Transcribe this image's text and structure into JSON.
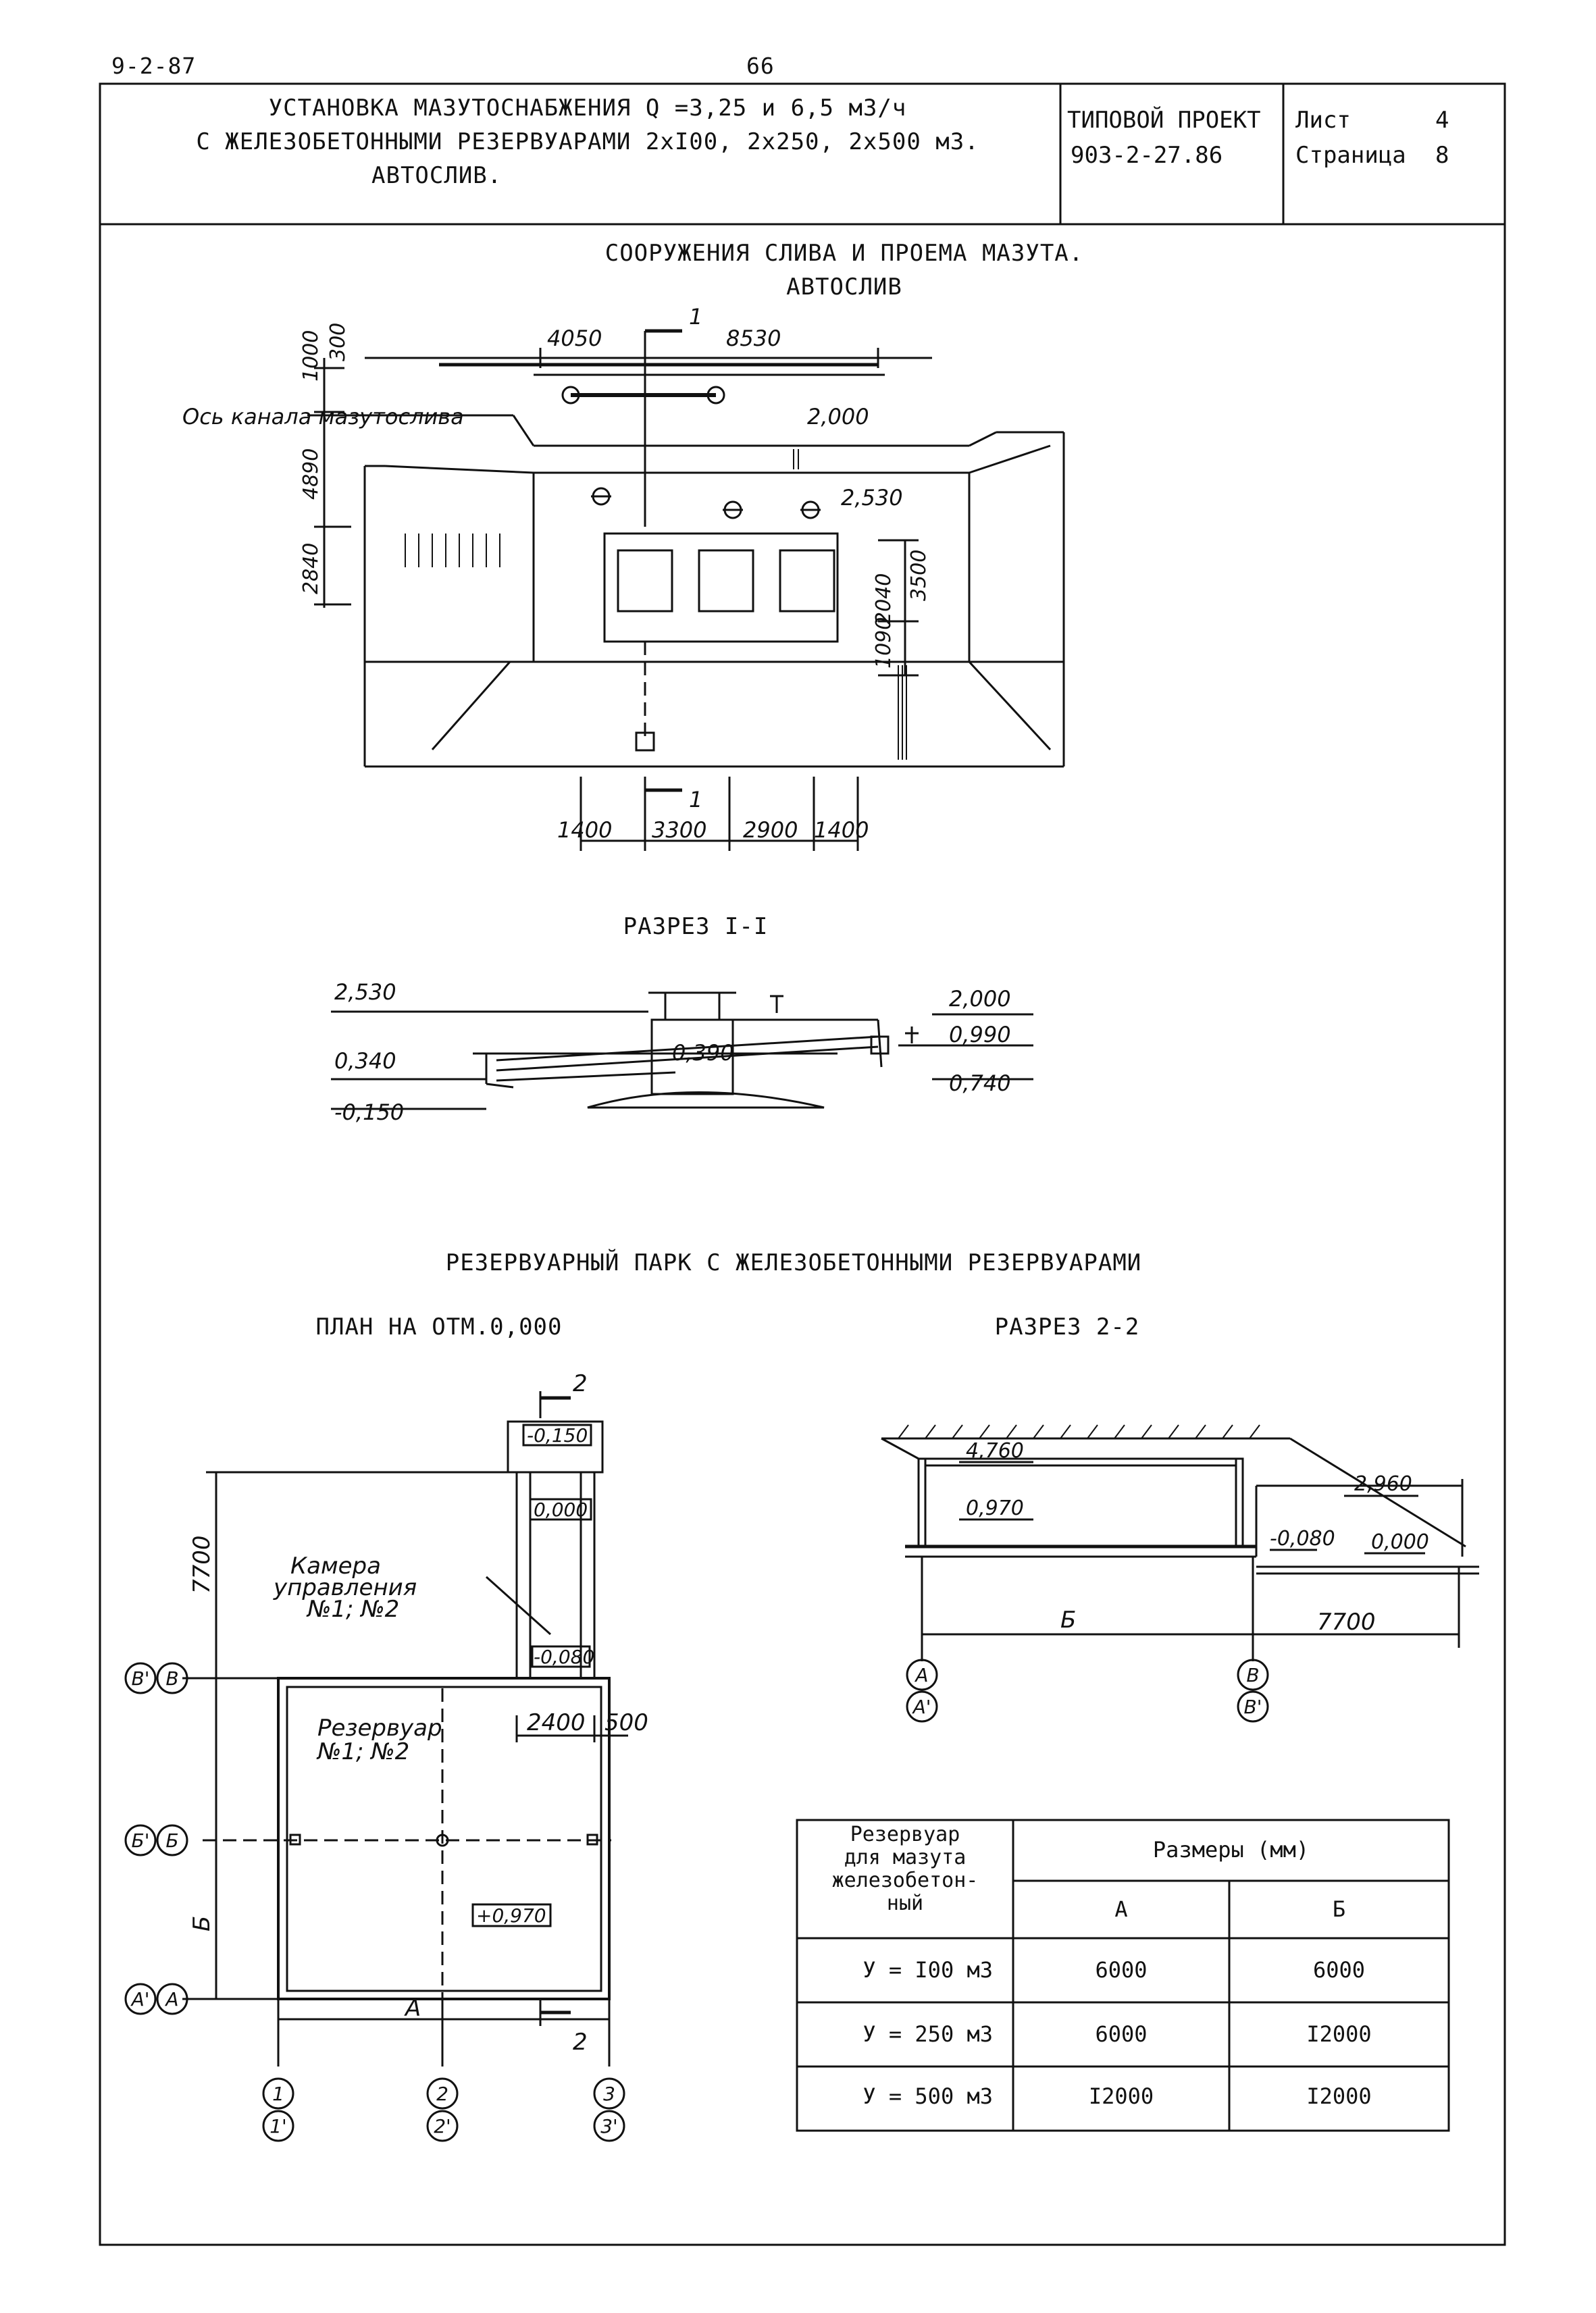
{
  "header": {
    "doc_code": "9-2-87",
    "page_number": "66"
  },
  "title_block": {
    "title_lines": [
      "УСТАНОВКА МАЗУТОСНАБЖЕНИЯ Q =3,25 и 6,5 м3/ч",
      "С ЖЕЛЕЗОБЕТОННЫМИ РЕЗЕРВУАРАМИ 2хI00, 2х250, 2х500 м3.",
      "АВТОСЛИВ."
    ],
    "project_label": "ТИПОВОЙ ПРОЕКТ",
    "project_number": "903-2-27.86",
    "sheet_label": "Лист",
    "sheet_value": "4",
    "page_label": "Страница",
    "page_value": "8"
  },
  "section1": {
    "title_lines": [
      "СООРУЖЕНИЯ СЛИВА И ПРОЕМА МАЗУТА.",
      "АВТОСЛИВ"
    ],
    "dims_top": [
      "4050",
      "8530"
    ],
    "dims_left": [
      "1000",
      "300",
      "4890",
      "2840"
    ],
    "axis_label": "Ось канала мазутослива",
    "marks": [
      "2,000",
      "2,530"
    ],
    "dims_right": [
      "2040",
      "3500",
      "1090"
    ],
    "dims_bottom": [
      "1400",
      "3300",
      "2900",
      "1400"
    ],
    "section_mark": "1"
  },
  "section2": {
    "title": "РАЗРЕЗ I-I",
    "marks_left": [
      "2,530",
      "0,340",
      "-0,150"
    ],
    "marks_right": [
      "2,000",
      "0,990",
      "0,740"
    ],
    "mark_center": "0,390"
  },
  "section3": {
    "title": "РЕЗЕРВУАРНЫЙ ПАРК С ЖЕЛЕЗОБЕТОННЫМИ РЕЗЕРВУАРАМИ",
    "plan_title": "ПЛАН НА ОТМ.0,000",
    "cut_title": "РАЗРЕЗ 2-2",
    "plan": {
      "section_mark": "2",
      "marks": [
        "-0,150",
        "0,000",
        "-0,080",
        "+0,970"
      ],
      "dim_left": "7700",
      "chamber_label": [
        "Камера",
        "управления",
        "№1; №2"
      ],
      "reservoir_label": [
        "Резервуар",
        "№1; №2"
      ],
      "dims_small": [
        "2400",
        "500"
      ],
      "dim_b": "Б",
      "dim_a": "А",
      "axes_left": [
        [
          "В'",
          "В"
        ],
        [
          "Б'",
          "Б"
        ],
        [
          "А'",
          "А"
        ]
      ],
      "axes_bottom": [
        [
          "1",
          "1'"
        ],
        [
          "2",
          "2'"
        ],
        [
          "3",
          "3'"
        ]
      ]
    },
    "cut": {
      "marks": [
        "4,760",
        "0,970",
        "2,960",
        "-0,080",
        "0,000"
      ],
      "dim_b": "Б",
      "dim_7700": "7700",
      "axes": [
        [
          "А",
          "А'"
        ],
        [
          "В",
          "В'"
        ]
      ]
    }
  },
  "table": {
    "head_col1": [
      "Резервуар",
      "для мазута",
      "железобетон-",
      "ный"
    ],
    "head_sizes": "Размеры (мм)",
    "head_a": "А",
    "head_b": "Б",
    "rows": [
      {
        "label": "У = I00 м3",
        "a": "6000",
        "b": "6000"
      },
      {
        "label": "У = 250 м3",
        "a": "6000",
        "b": "I2000"
      },
      {
        "label": "У = 500 м3",
        "a": "I2000",
        "b": "I2000"
      }
    ]
  }
}
